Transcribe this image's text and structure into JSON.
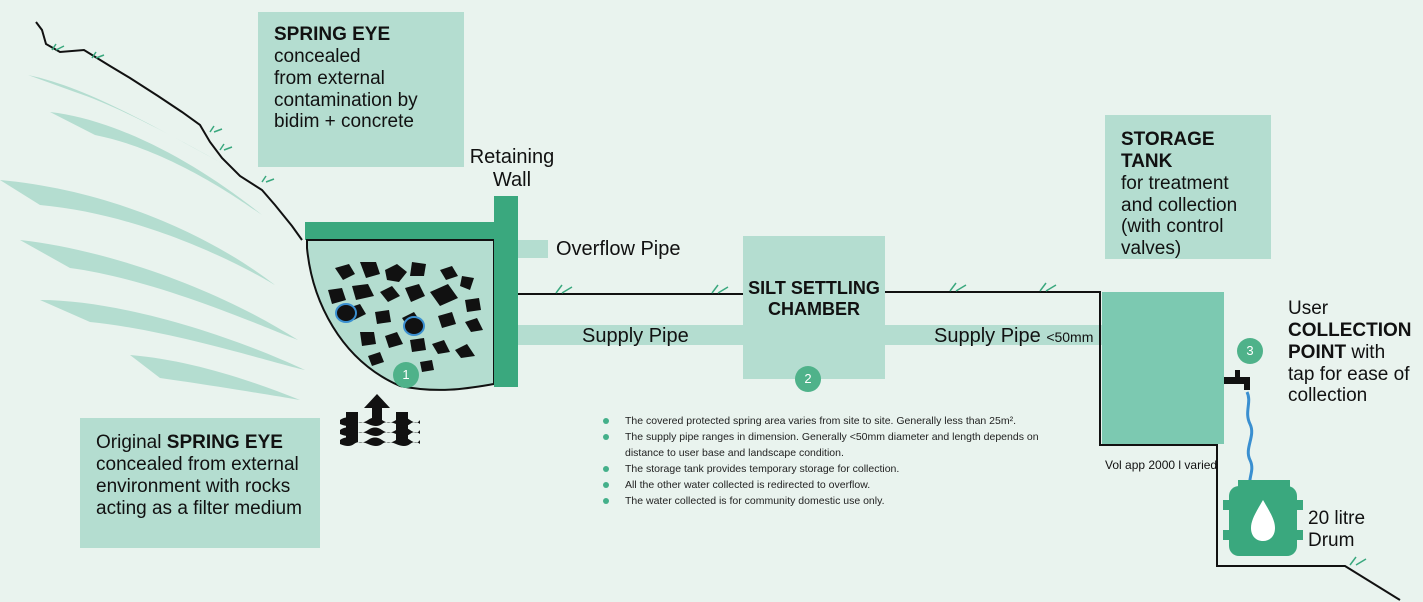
{
  "colors": {
    "background": "#e9f3ee",
    "box_fill": "#b4ddd0",
    "structure_green": "#3aa87e",
    "pipe_fill": "#b4ddd0",
    "tank_fill": "#7cc9b1",
    "step_badge": "#4fb28a",
    "line": "#111111",
    "water_drop": "#3a8fd0"
  },
  "spring_eye_box": {
    "title": "SPRING EYE",
    "body": [
      "concealed",
      "from external",
      "contamination by",
      "bidim + concrete"
    ]
  },
  "original_spring_box": {
    "prefix": "Original",
    "title": "SPRING EYE",
    "body": [
      "concealed from external",
      "environment with rocks",
      "acting as a filter medium"
    ]
  },
  "storage_tank_box": {
    "title": "STORAGE TANK",
    "body": [
      "for treatment",
      "and collection",
      "(with control",
      "valves)"
    ]
  },
  "retaining_wall": {
    "line1": "Retaining",
    "line2": "Wall"
  },
  "overflow_pipe": "Overflow Pipe",
  "supply_pipe_1": "Supply Pipe",
  "supply_pipe_2": "Supply Pipe",
  "supply_pipe_2_size": "<50mm",
  "silt_chamber": {
    "line1": "SILT SETTLING",
    "line2": "CHAMBER"
  },
  "user_point": {
    "line1": "User",
    "line2": "COLLECTION",
    "line3_bold": "POINT",
    "line3_rest": " with",
    "line4": "tap for ease of",
    "line5": "collection"
  },
  "tank_caption": "Vol app 2000 l varied",
  "drum": {
    "line1": "20 litre",
    "line2": "Drum"
  },
  "steps": [
    "1",
    "2",
    "3"
  ],
  "notes": [
    "The covered protected spring area varies from site to site. Generally less than 25m².",
    "The supply pipe ranges in dimension. Generally <50mm diameter and length depends on distance to user base and landscape condition.",
    "The storage tank provides temporary storage for collection.",
    "All the other water collected is redirected to overflow.",
    "The water collected is for community domestic use only."
  ],
  "icons": [
    "spring-water-icon",
    "grass-tuft-icon",
    "rock-icon",
    "tap-icon",
    "water-drum-icon",
    "water-drop-icon"
  ]
}
